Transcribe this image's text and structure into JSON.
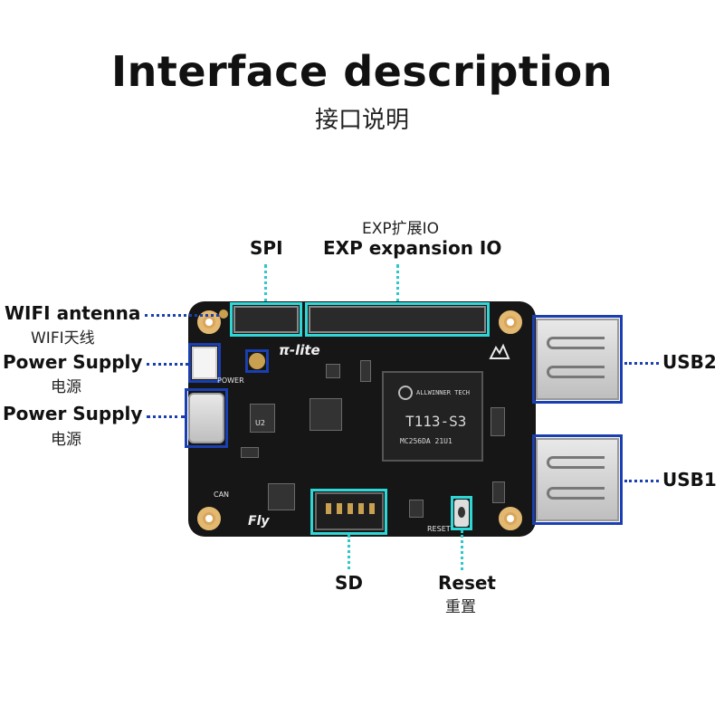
{
  "header": {
    "title": "Interface description",
    "subtitle": "接口说明"
  },
  "callouts": {
    "spi": {
      "label": "SPI"
    },
    "exp": {
      "label_cn": "EXP扩展IO",
      "label_en": "EXP expansion IO"
    },
    "wifi": {
      "label_en": "WIFI antenna",
      "label_cn": "WIFI天线"
    },
    "power1": {
      "label_en": "Power Supply",
      "label_cn": "电源"
    },
    "power2": {
      "label_en": "Power Supply",
      "label_cn": "电源"
    },
    "usb2": {
      "label": "USB2"
    },
    "usb1": {
      "label": "USB1"
    },
    "sd": {
      "label": "SD"
    },
    "reset": {
      "label_en": "Reset",
      "label_cn": "重置"
    }
  },
  "board": {
    "name": "π-lite",
    "brand": "Fly",
    "power_silk": "POWER",
    "reset_silk": "RESET",
    "can_silk": "CAN",
    "u2_silk": "U2",
    "main_chip": {
      "vendor": "ALLWINNER TECH",
      "model": "T113-S3",
      "code": "MC256DA  21U1"
    }
  },
  "colors": {
    "cyan_box": "#2fd6d6",
    "blue_box": "#1a3fb0",
    "pcb": "#161616"
  }
}
